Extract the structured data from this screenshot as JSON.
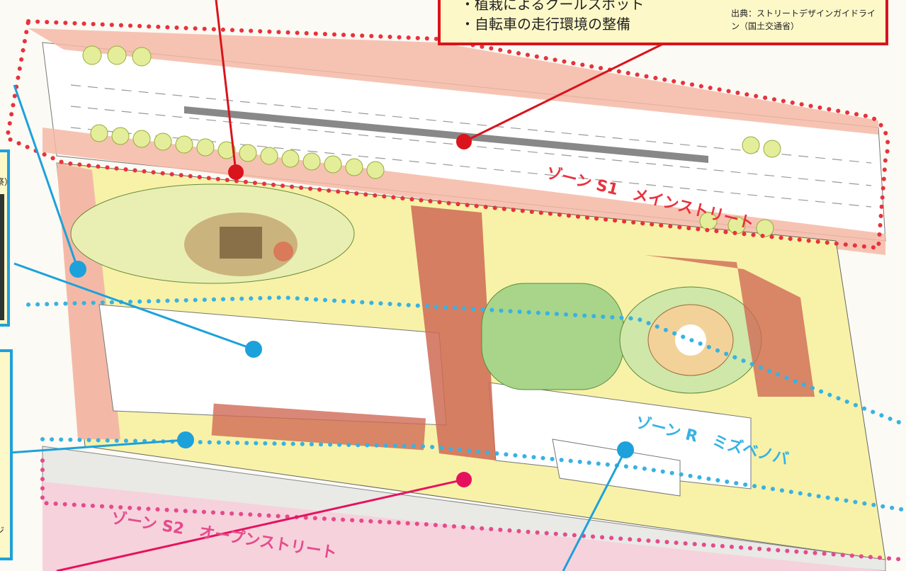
{
  "callout": {
    "line1": "・植栽によるクールスポット",
    "line2": "・自転車の走行環境の整備",
    "source": "出典：ストリートデザインガイドライン（国土交通省）"
  },
  "side_boxes": {
    "box1_text": "祭）",
    "box2_text_top": "。",
    "box2_text_bottom": "ジ"
  },
  "zones": {
    "s1": "ゾーン S1　メインストリート",
    "r": "ゾーン R　ミズベノバ",
    "s2": "ゾーン S2　オープンストリート"
  },
  "colors": {
    "zone_s1": "#e8323c",
    "zone_r": "#38b2e3",
    "zone_s2": "#e64a8c",
    "callout_border": "#d9141c",
    "callout_fill": "#fdf8c8",
    "road_pink": "#f4b9a6",
    "lawn_green": "#a8d58a",
    "deck_brown": "#cf6a55",
    "path_yellow": "#f7f2a8"
  }
}
